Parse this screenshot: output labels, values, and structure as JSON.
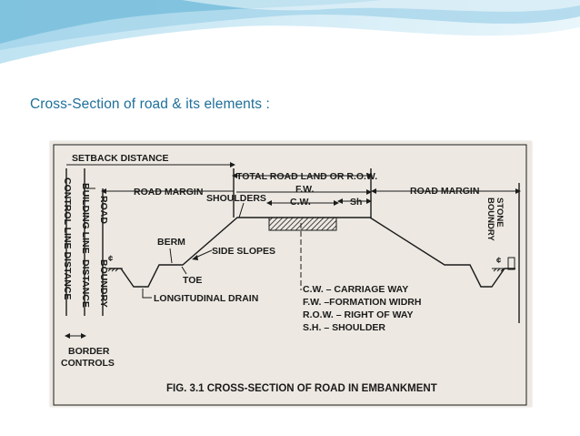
{
  "slide": {
    "title": "Cross-Section of road & its elements :"
  },
  "diagram": {
    "labels": {
      "setback_distance": "SETBACK DISTANCE",
      "total_road_land": "TOTAL ROAD LAND OR R.O.W.",
      "road_margin_left": "ROAD MARGIN",
      "road_margin_right": "ROAD MARGIN",
      "shoulders": "SHOULDERS",
      "fw": "F.W.",
      "cw": "C.W.",
      "sh": "Sh",
      "road": "ROAD",
      "building_line": "BUILDING LINE",
      "distance": "DISTANCE",
      "control_line_distance": "CONTROL LINE DISTANCE",
      "boundry": "BOUNDRY",
      "boundry_stone_1": "BOUNDRY",
      "boundry_stone_2": "STONE",
      "berm": "BERM",
      "side_slopes": "SIDE SLOPES",
      "toe": "TOE",
      "longitudinal_drain": "LONGITUDINAL DRAIN",
      "border_controls_1": "BORDER",
      "border_controls_2": "CONTROLS"
    },
    "legend": [
      "C.W. – CARRIAGE WAY",
      "F.W. –FORMATION WIDRH",
      "R.O.W. – RIGHT OF WAY",
      "S.H. – SHOULDER"
    ],
    "caption": "FIG. 3.1 CROSS-SECTION OF ROAD IN EMBANKMENT",
    "centerline_symbol": "¢"
  },
  "colors": {
    "title": "#1f6f9a",
    "wave_light": "#cfe9f4",
    "wave_mid": "#9fd2e8",
    "wave_dark": "#5fb3d6",
    "paper": "#ede9e2",
    "ink": "#1b1b1b"
  }
}
